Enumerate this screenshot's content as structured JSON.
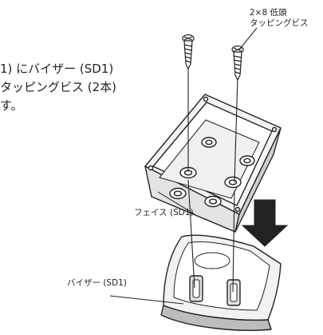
{
  "instructions": {
    "line1": "1) にバイザー (SD1)",
    "line2": "タッピングビス (2本)",
    "line3": "す。"
  },
  "labels": {
    "screw_line1": "2×8 低頭",
    "screw_line2": "タッピングビス",
    "face": "フェイス (SD1)",
    "visor": "バイザー (SD1)"
  },
  "colors": {
    "outline": "#222222",
    "arrow": "#222222",
    "body_gray": "#e6e6e6",
    "shadow_gray": "#bdbdbd"
  },
  "icons": {
    "screw_left": "screw-icon",
    "screw_right": "screw-icon",
    "down_arrow": "down-arrow-icon"
  }
}
